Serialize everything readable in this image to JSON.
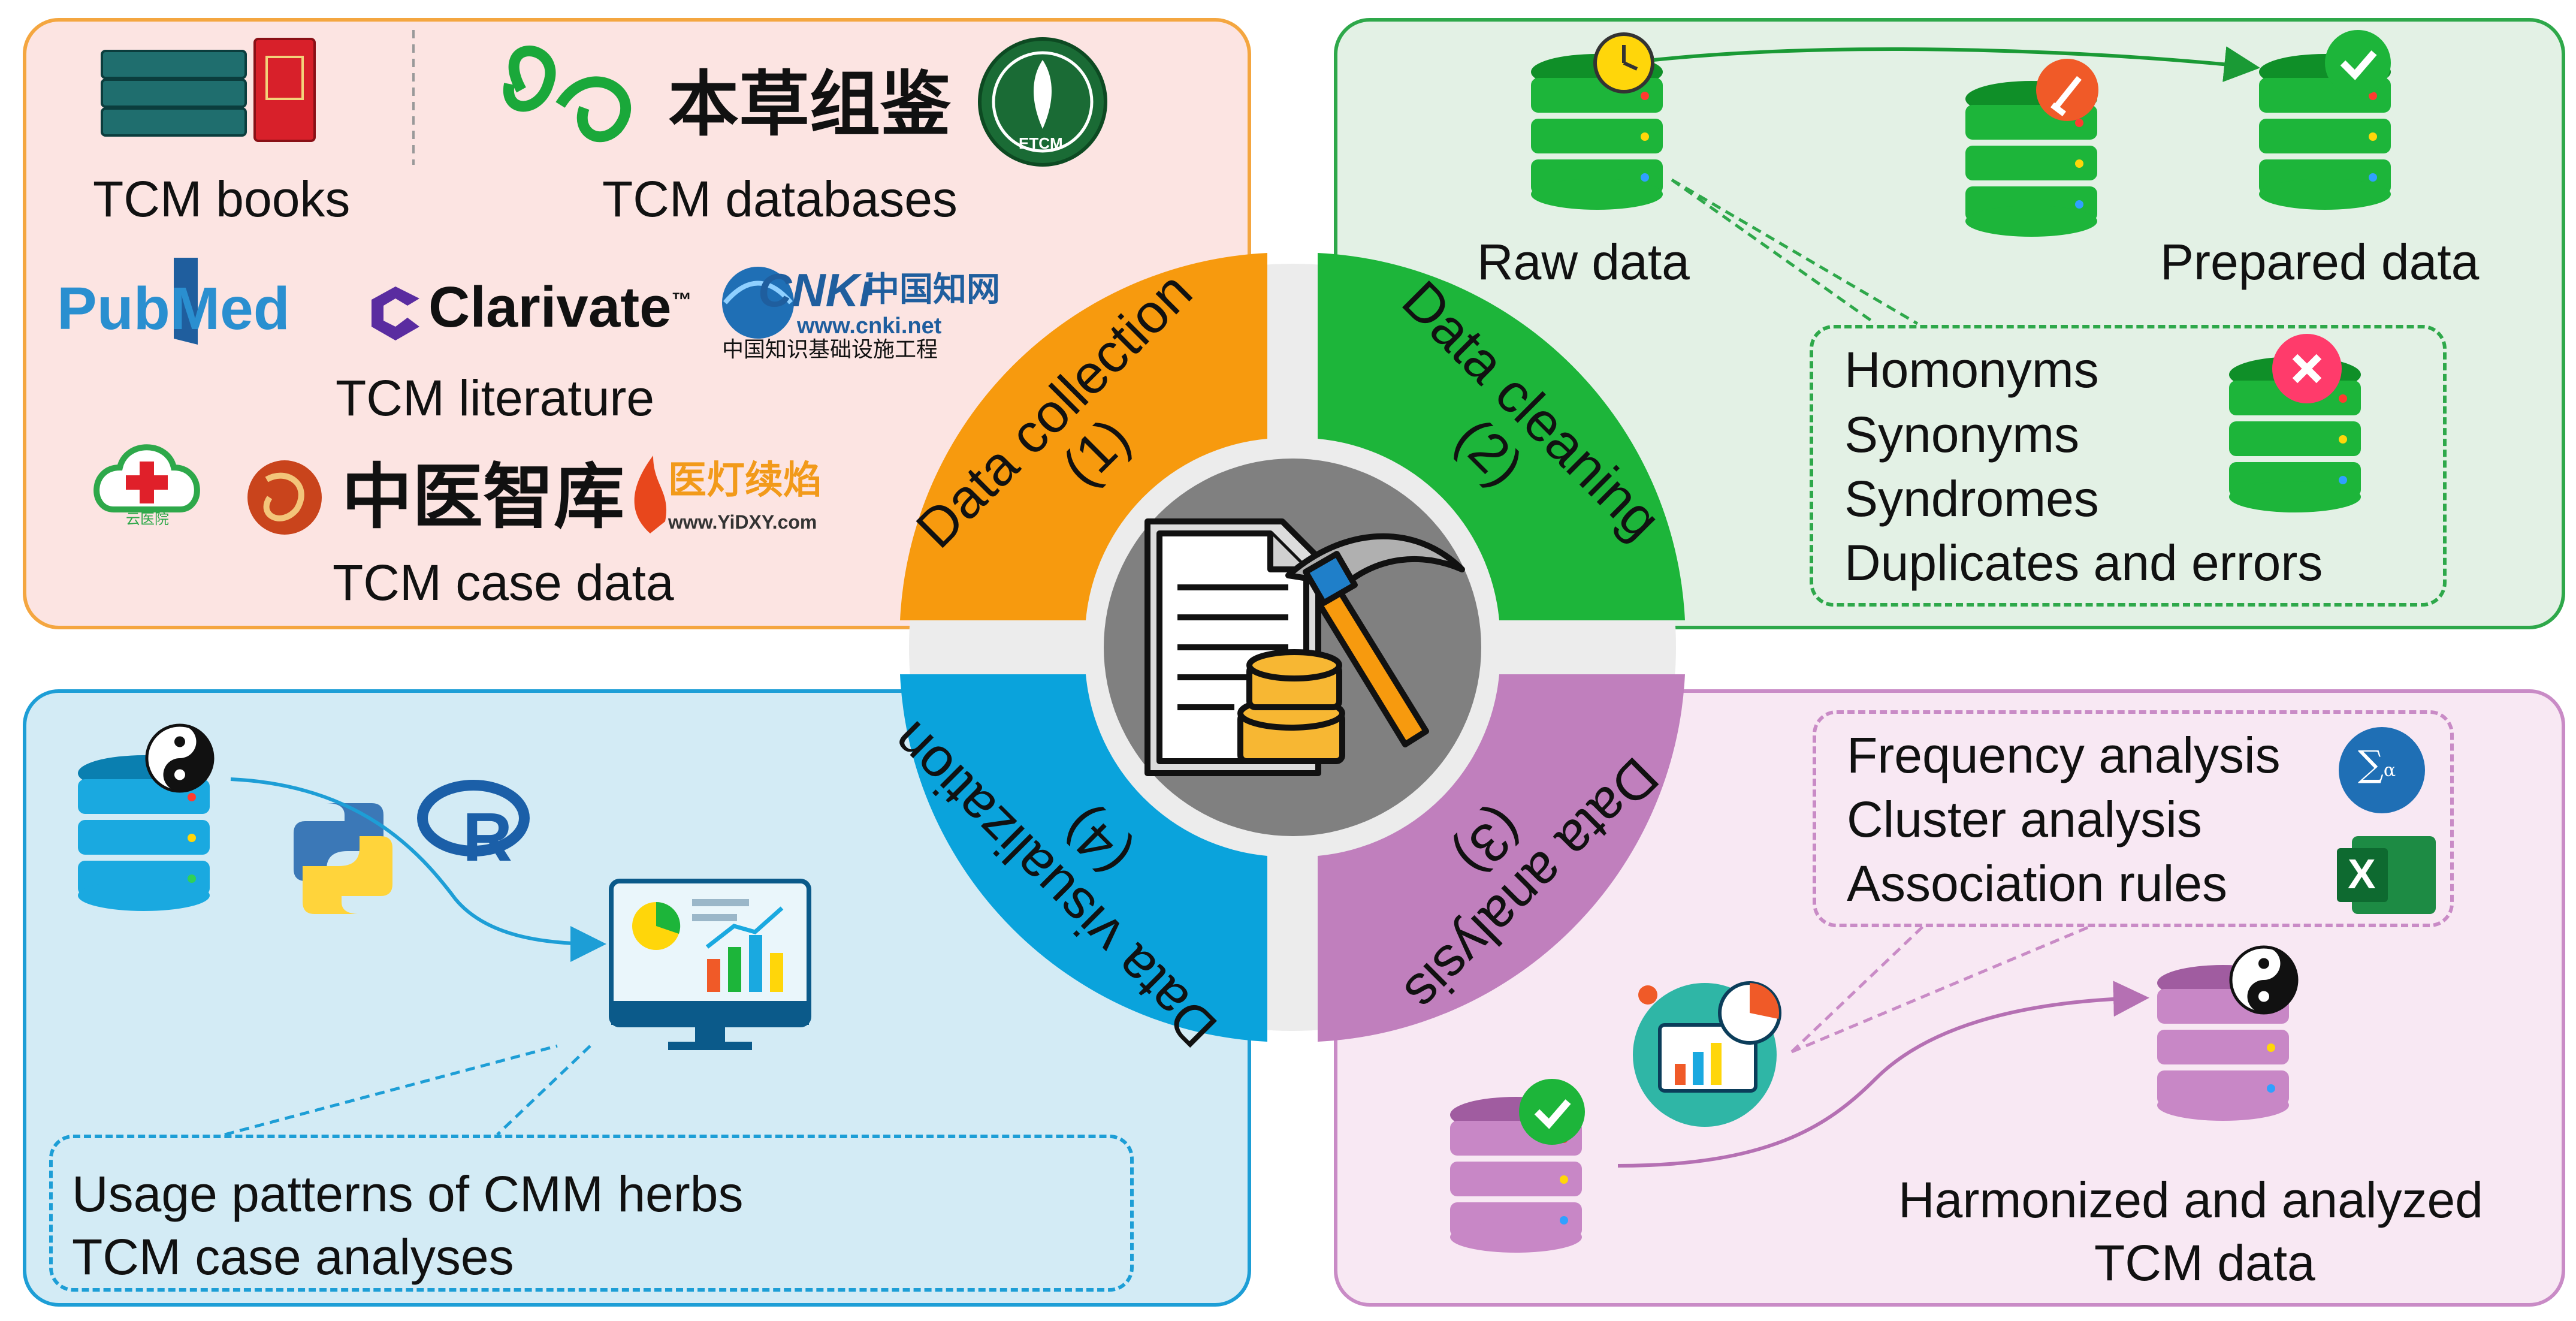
{
  "colors": {
    "collection": "#f79a0e",
    "cleaning": "#1db53a",
    "analysis": "#c07fbd",
    "visualization": "#0aa3dc",
    "panel_collection_bg": "#fce4e2",
    "panel_collection_border": "#f4a640",
    "panel_cleaning_bg": "#e3f1e5",
    "panel_cleaning_border": "#2ea84a",
    "panel_visual_bg": "#d3ebf5",
    "panel_visual_border": "#1d9ed6",
    "panel_analysis_bg": "#f8e8f3",
    "panel_analysis_border": "#c98bc6"
  },
  "center": {
    "quadrants": [
      {
        "label": "Data collection",
        "number": "(1)"
      },
      {
        "label": "Data cleaning",
        "number": "(2)"
      },
      {
        "label": "Data analysis",
        "number": "(3)"
      },
      {
        "label": "Data visualization",
        "number": "(4)"
      }
    ],
    "icon": "document-mining-icon"
  },
  "collection": {
    "books_label": "TCM books",
    "databases_label": "TCM databases",
    "db_logo_text": "本草组鉴",
    "etcm_text": "ETCM",
    "literature_label": "TCM literature",
    "pubmed_text": "PubMed",
    "clarivate_text": "Clarivate",
    "tm_text": "™",
    "cnki_main": "CNKi",
    "cnki_cn": "中国知网",
    "cnki_url": "www.cnki.net",
    "cnki_sub": "中国知识基础设施工程",
    "case_label": "TCM case data",
    "yunyi_text": "云医院",
    "zhiku_text": "中医智库",
    "yideng_text": "医灯续焰",
    "yideng_url": "www.YiDXY.com"
  },
  "cleaning": {
    "raw_label": "Raw data",
    "prepared_label": "Prepared data",
    "issues": [
      "Homonyms",
      "Synonyms",
      "Syndromes",
      "Duplicates and errors"
    ]
  },
  "analysis": {
    "methods": [
      "Frequency analysis",
      "Cluster analysis",
      "Association rules"
    ],
    "result_label_1": "Harmonized and analyzed",
    "result_label_2": "TCM data"
  },
  "visualization": {
    "outputs": [
      "Usage patterns of CMM herbs",
      "TCM case analyses"
    ]
  }
}
